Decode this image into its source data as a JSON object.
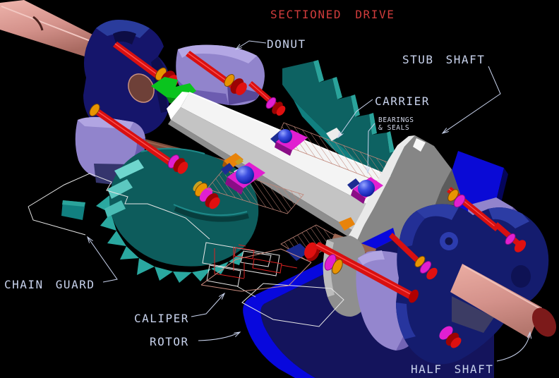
{
  "title": {
    "text": "SECTIONED DRIVE"
  },
  "labels": {
    "donut": "DONUT",
    "stub_shaft": "STUB SHAFT",
    "carrier": "CARRIER",
    "bearings_line1": "BEARINGS",
    "bearings_line2": "& SEALS",
    "chain_guard": "CHAIN GUARD",
    "caliper": "CALIPER",
    "rotor": "ROTOR",
    "half_shaft": "HALF SHAFT"
  },
  "colors": {
    "background": "#000000",
    "title_text": "#d13c3c",
    "label_text": "#c8d2ec",
    "shaft_pink": "#d4928b",
    "shaft_end_dark_red": "#7c1a1a",
    "yoke_navy": "#15156b",
    "yoke_highlight_blue": "#2c3ca4",
    "rotor_rim_blue": "#0808dd",
    "rotor_face_navy": "#14145c",
    "hub_lavender": "#9184cc",
    "bolt_red": "#d81010",
    "washer_orange": "#e89400",
    "washer_magenta": "#e11fd0",
    "gear_teal": "#0d6262",
    "sprocket_teal": "#0d5c5c",
    "sprocket_teeth_light": "#3cc0b8",
    "carrier_bar_white": "#f4f4f4",
    "housing_gray": "#868686",
    "spacer_green": "#0ac41e",
    "beam_brown": "#7c4b3b",
    "bearing_ball_blue": "#2438d8",
    "hatch_salmon": "#c08578",
    "wireframe_white": "#e6e6e6",
    "wireframe_red": "#dd2222"
  }
}
